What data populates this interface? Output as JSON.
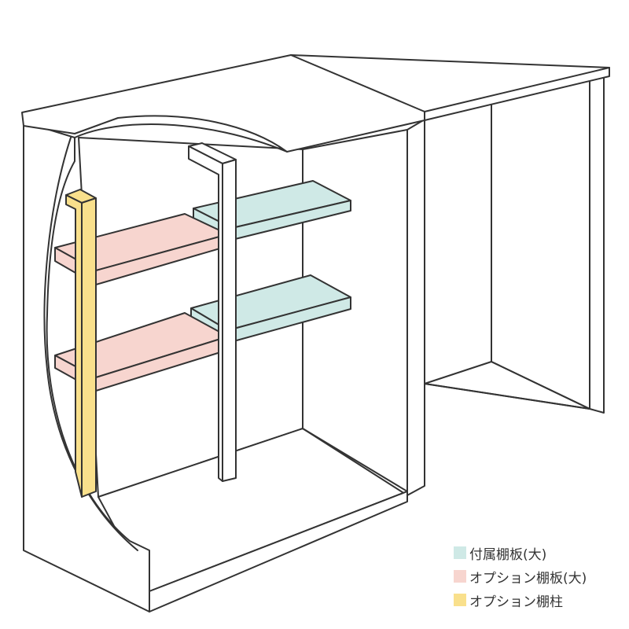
{
  "legend": {
    "items": [
      {
        "label": "付属棚板(大)",
        "color": "#cfe9e6"
      },
      {
        "label": "オプション棚板(大)",
        "color": "#f7d5cf"
      },
      {
        "label": "オプション棚柱",
        "color": "#f9e08c"
      }
    ]
  },
  "colors": {
    "outline": "#333333",
    "body": "#ffffff",
    "included_shelf": "#cfe9e6",
    "option_shelf": "#f7d5cf",
    "option_post": "#f9e08c"
  }
}
